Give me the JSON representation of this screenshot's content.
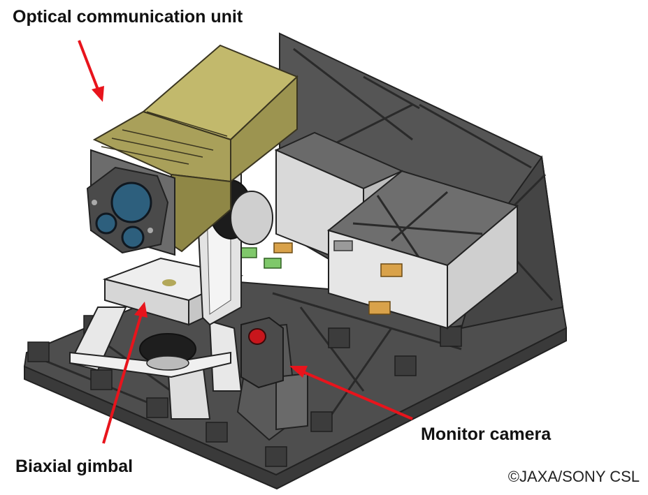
{
  "labels": {
    "optical_unit": "Optical communication unit",
    "monitor_camera": "Monitor camera",
    "biaxial_gimbal": "Biaxial gimbal"
  },
  "credit": "©JAXA/SONY CSL",
  "colors": {
    "arrow": "#e8141c",
    "frame": "#4a4a4a",
    "frame_dark": "#2e2e2e",
    "optical_unit_body": "#b6ad60",
    "lens": "#2d5f7d",
    "camera_lens": "#c8161c",
    "gimbal_metal": "#e4e4e4"
  }
}
